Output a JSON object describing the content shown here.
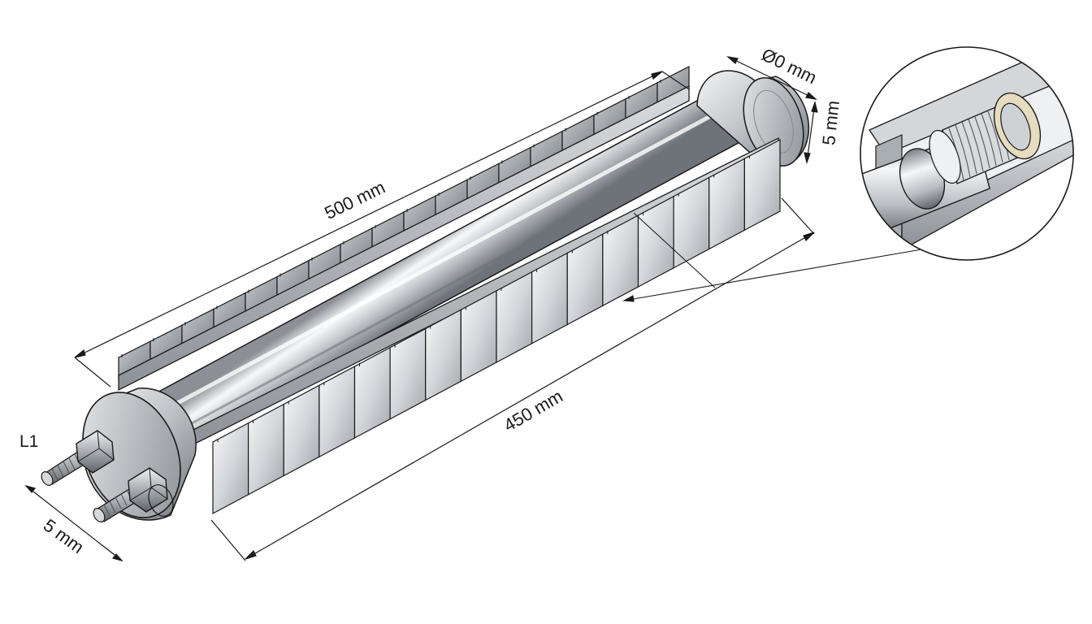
{
  "dimensions": {
    "overall_length": "500 mm",
    "fin_length": "450 mm",
    "end_cap_diameter": "Ø0 mm",
    "end_cap_thickness": "5 mm",
    "terminal_spacing": "5 mm"
  },
  "labels": {
    "terminal": "L1"
  },
  "colors": {
    "line": "#1a1a1a",
    "steel_light": "#f4f5f6",
    "steel_mid": "#b9bdc1",
    "steel_dark": "#6f747a",
    "insulator": "#e6dcc0"
  },
  "fins": {
    "back_row_count": 18,
    "front_row_count": 16
  }
}
